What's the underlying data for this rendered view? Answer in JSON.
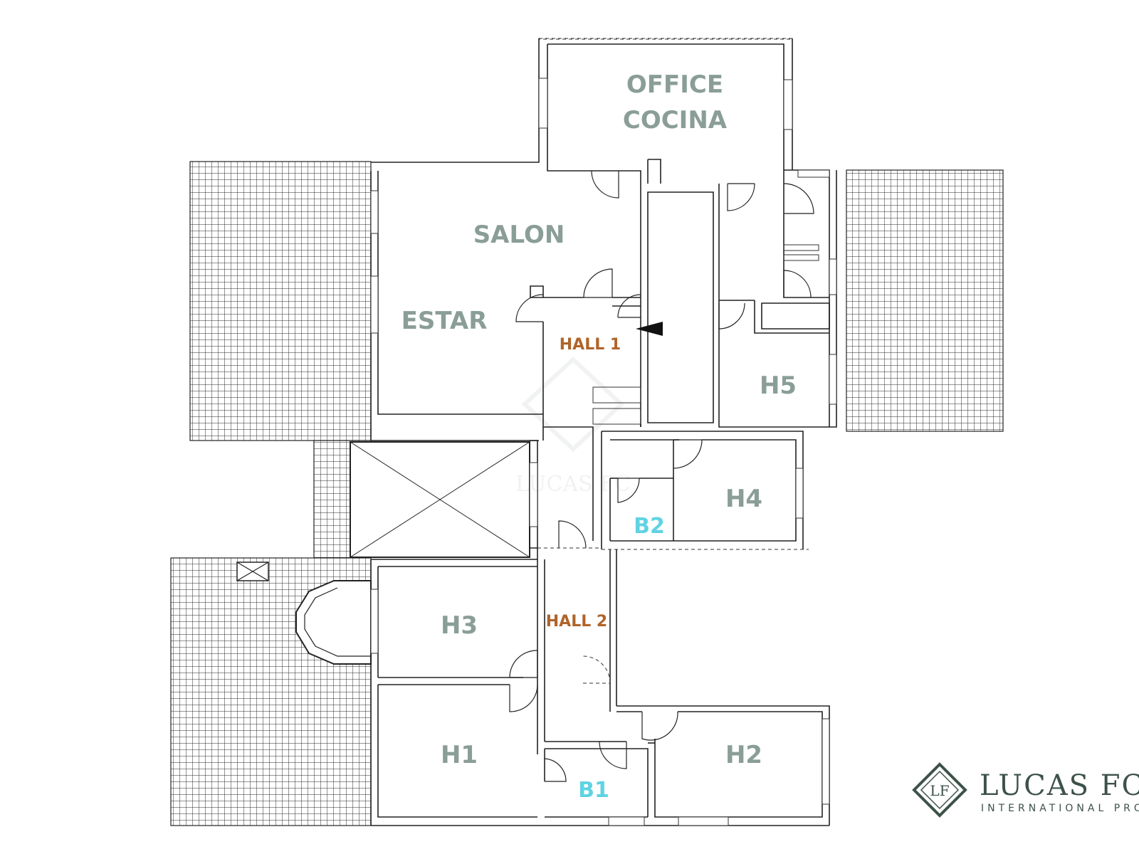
{
  "colors": {
    "room_label": "#8a9e97",
    "hall_label": "#b0642a",
    "bath_label": "#5fd3e3",
    "brand": "#3d5248",
    "wall": "#222222",
    "paving": "#2a2a2a"
  },
  "rooms": {
    "office_line1": "OFFICE",
    "office_line2": "COCINA",
    "salon": "SALON",
    "estar": "ESTAR",
    "hall1": "HALL 1",
    "h5": "H5",
    "h4": "H4",
    "b2": "B2",
    "h3": "H3",
    "hall2": "HALL 2",
    "h1": "H1",
    "b1": "B1",
    "h2": "H2"
  },
  "branding": {
    "logo_monogram": "LF",
    "name": "LUCAS FC",
    "tagline": "INTERNATIONAL PROPER"
  },
  "icons": {
    "entrance": "entrance-arrow-icon",
    "logo": "lucas-fox-logo-icon"
  }
}
